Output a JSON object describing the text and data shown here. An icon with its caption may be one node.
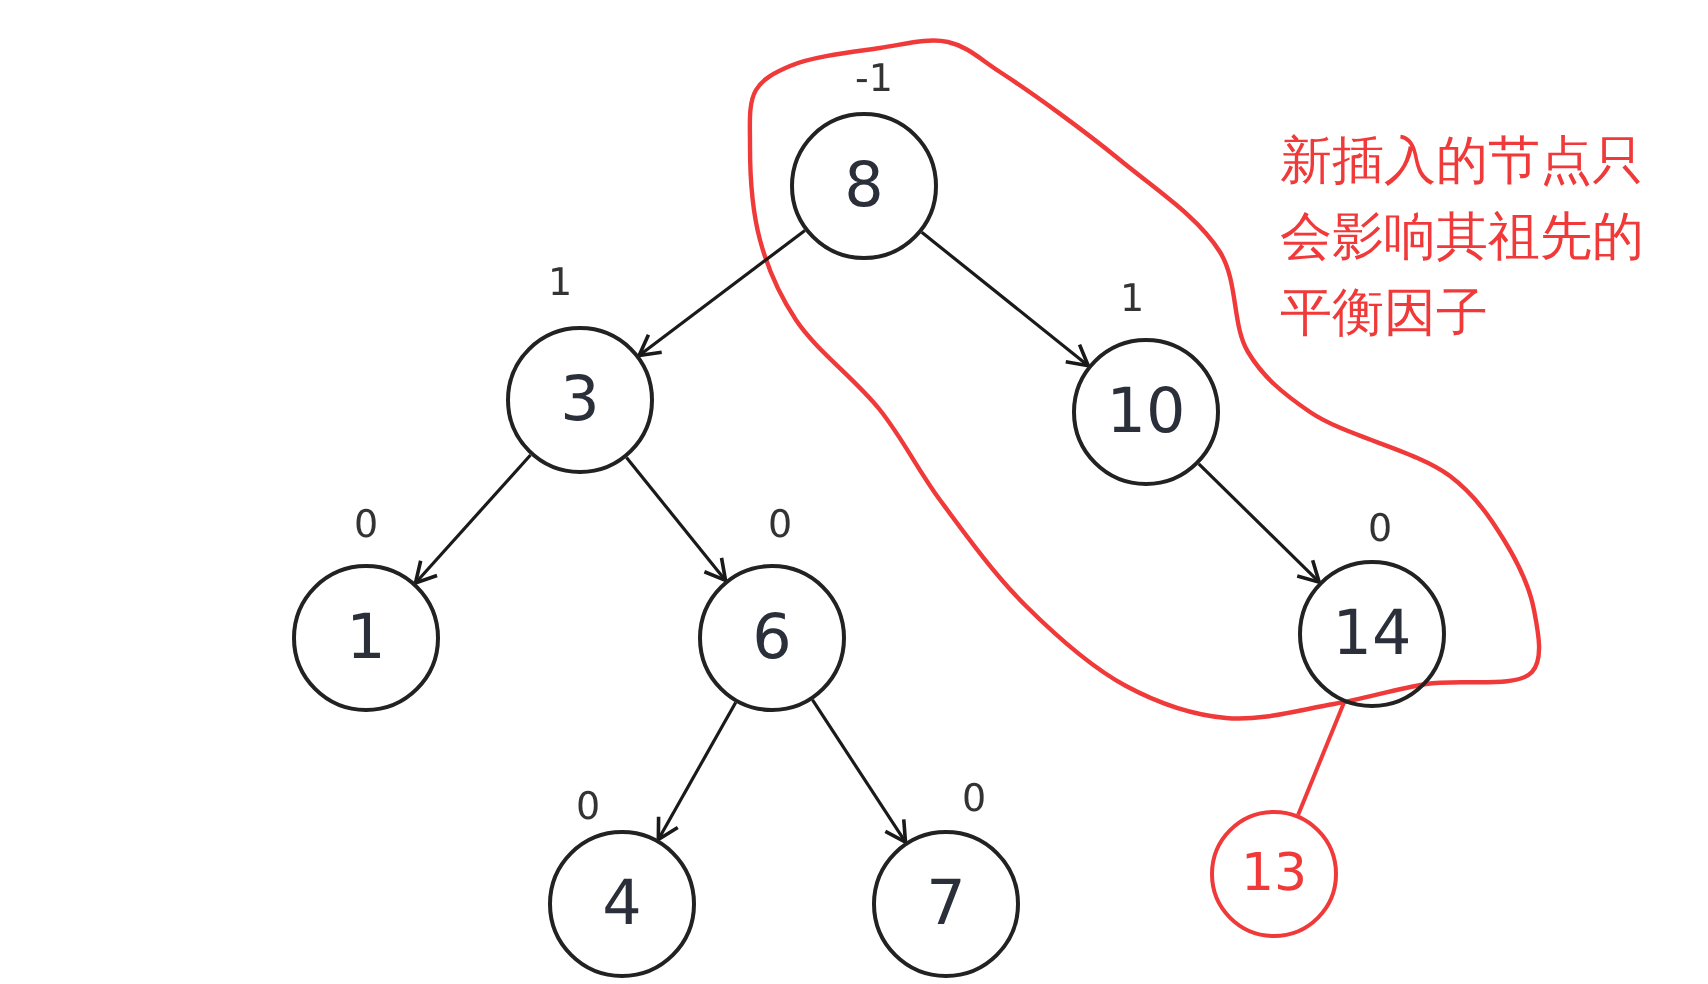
{
  "diagram": {
    "nodes": [
      {
        "text": [
          "8"
        ],
        "beside": [
          "-1"
        ]
      },
      {
        "text": [
          "3"
        ],
        "beside": [
          "1"
        ]
      },
      {
        "text": [
          "10"
        ],
        "beside": [
          "1"
        ]
      },
      {
        "text": [
          "1"
        ],
        "beside": [
          "0"
        ]
      },
      {
        "text": [
          "6"
        ],
        "beside": [
          "0"
        ]
      },
      {
        "text": [
          "14"
        ],
        "beside": [
          "0"
        ]
      },
      {
        "text": [
          "4"
        ],
        "beside": [
          "0"
        ]
      },
      {
        "text": [
          "7"
        ],
        "beside": [
          "0"
        ]
      },
      {
        "text": [
          "13"
        ]
      }
    ],
    "edges": [
      {
        "from": 0,
        "to": 1,
        "arrow": "to"
      },
      {
        "from": 0,
        "to": 2,
        "arrow": "to"
      },
      {
        "from": 1,
        "to": 3,
        "arrow": "to"
      },
      {
        "from": 1,
        "to": 4,
        "arrow": "to"
      },
      {
        "from": 2,
        "to": 5,
        "arrow": "to"
      },
      {
        "from": 4,
        "to": 6,
        "arrow": "to"
      },
      {
        "from": 4,
        "to": 7,
        "arrow": "to"
      },
      {
        "from": 5,
        "to": 8,
        "arrow": "none",
        "color": "#f03a3a"
      }
    ],
    "labels": [
      "新插入的节点只会影响其祖先的平衡因子"
    ]
  }
}
